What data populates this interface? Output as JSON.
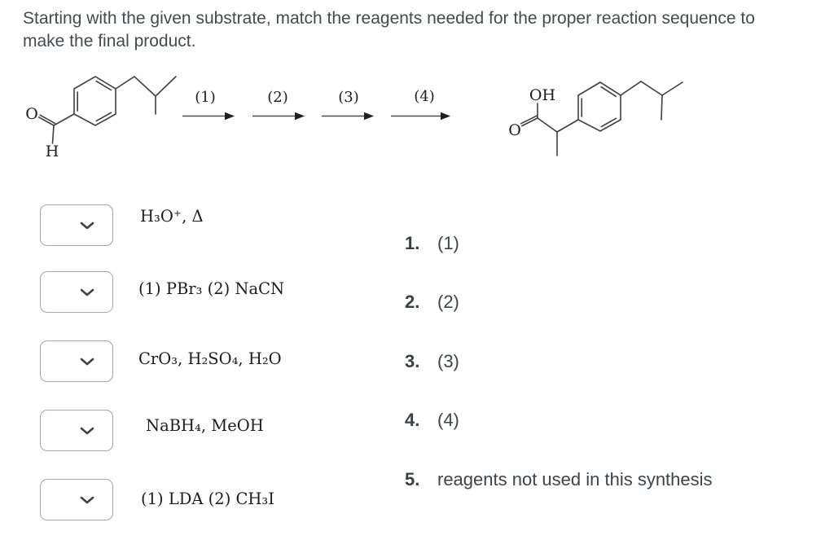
{
  "question": {
    "prompt": "Starting with the given substrate, match the reagents needed for the proper reaction sequence to make the final product."
  },
  "scheme": {
    "substrate": {
      "carbonyl_o": "O",
      "aldehyde_h": "H"
    },
    "steps": [
      {
        "label": "(1)"
      },
      {
        "label": "(2)"
      },
      {
        "label": "(3)"
      },
      {
        "label": "(4)"
      }
    ],
    "product": {
      "hydroxyl": "OH",
      "carbonyl_o": "O"
    }
  },
  "reagent_rows": [
    {
      "label": "H₃O⁺, Δ"
    },
    {
      "label": "(1) PBr₃ (2) NaCN"
    },
    {
      "label": "CrO₃, H₂SO₄, H₂O"
    },
    {
      "label": "NaBH₄, MeOH"
    },
    {
      "label": "(1) LDA (2) CH₃I"
    }
  ],
  "answer_options": [
    {
      "number": "1.",
      "label": "(1)"
    },
    {
      "number": "2.",
      "label": "(2)"
    },
    {
      "number": "3.",
      "label": "(3)"
    },
    {
      "number": "4.",
      "label": "(4)"
    },
    {
      "number": "5.",
      "label": "reagents not used in this synthesis"
    }
  ]
}
